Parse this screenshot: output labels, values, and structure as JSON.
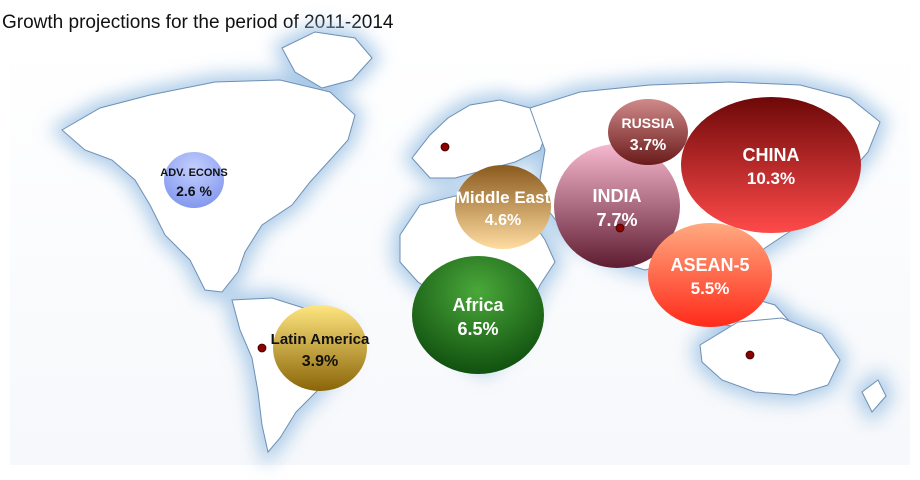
{
  "title": "Growth projections for the period of 2011-2014",
  "colors": {
    "land": "#ffffff",
    "ocean_glow": "#9fc3e6",
    "land_outline": "#6f8fb3",
    "marker": "#8b0000"
  },
  "regions": [
    {
      "id": "adv-econs",
      "name": "ADV. ECONS",
      "value": "2.6 %",
      "text_color": "#111111",
      "colors": [
        "#c4cffd",
        "#7f95ee"
      ]
    },
    {
      "id": "latin-america",
      "name": "Latin America",
      "value": "3.9%",
      "text_color": "#111111",
      "colors": [
        "#ffe680",
        "#8a6508"
      ]
    },
    {
      "id": "africa",
      "name": "Africa",
      "value": "6.5%",
      "text_color": "#ffffff",
      "colors": [
        "#4aa83a",
        "#0c4a0c"
      ]
    },
    {
      "id": "middle-east",
      "name": "Middle East",
      "value": "4.6%",
      "text_color": "#ffffff",
      "colors": [
        "#ffdca0",
        "#8a5a1e"
      ]
    },
    {
      "id": "india",
      "name": "INDIA",
      "value": "7.7%",
      "text_color": "#ffffff",
      "colors": [
        "#f7b9cf",
        "#5e1c30"
      ]
    },
    {
      "id": "russia",
      "name": "RUSSIA",
      "value": "3.7%",
      "text_color": "#ffffff",
      "colors": [
        "#d08a8a",
        "#6a1a1a"
      ]
    },
    {
      "id": "china",
      "name": "CHINA",
      "value": "10.3%",
      "text_color": "#ffffff",
      "colors": [
        "#6e0808",
        "#ff4a4a"
      ]
    },
    {
      "id": "asean-5",
      "name": "ASEAN-5",
      "value": "5.5%",
      "text_color": "#ffffff",
      "colors": [
        "#ffaa80",
        "#ff2a1a"
      ]
    }
  ]
}
